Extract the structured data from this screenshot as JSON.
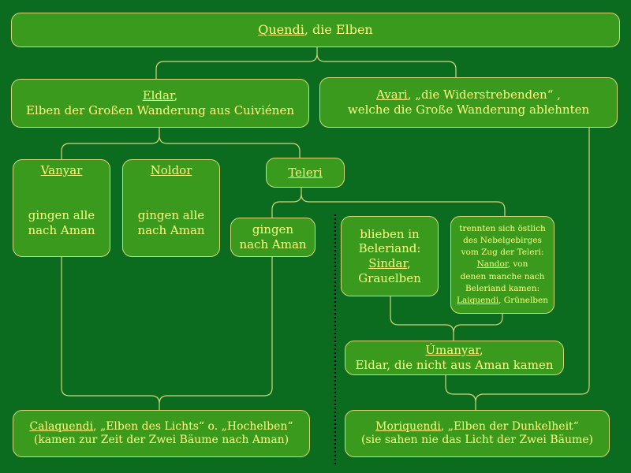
{
  "quendi": {
    "name": "Quendi",
    "rest": ", die Elben"
  },
  "eldar": {
    "name": "Eldar",
    "rest": ",",
    "desc": "Elben der Großen Wanderung aus  Cuiviénen"
  },
  "avari": {
    "name": "Avari",
    "rest": ", „die Widerstrebenden“ ,",
    "desc": "welche die Große Wanderung ablehnten"
  },
  "vanyar": {
    "name": "Vanyar",
    "line1": "gingen alle",
    "line2": "nach Aman"
  },
  "noldor": {
    "name": "Noldor",
    "line1": "gingen alle",
    "line2": "nach Aman"
  },
  "teleri": {
    "name": "Teleri"
  },
  "teleri_aman": {
    "line1": "gingen",
    "line2": "nach Aman"
  },
  "sindar": {
    "line1": "blieben in",
    "line2": "Beleriand:",
    "name": "Sindar",
    "rest": ",",
    "line4": "Grauelben"
  },
  "nandor": {
    "line1": "trennten sich östlich",
    "line2": "des Nebelgebirges",
    "line3": "vom Zug der Teleri:",
    "name": "Nandor",
    "rest": ", von",
    "line5": "denen  manche nach",
    "line6": "Beleriand kamen:",
    "name2": "Laiquendi",
    "rest2": ", Grünelben"
  },
  "umanyar": {
    "name": "Úmanyar",
    "rest": ",",
    "desc": "Eldar, die nicht aus Aman kamen"
  },
  "calaquendi": {
    "name": "Calaquendi",
    "rest": ", „Elben des Lichts“ o. „Hochelben“",
    "desc": "(kamen zur Zeit der Zwei Bäume nach Aman)"
  },
  "moriquendi": {
    "name": "Moriquendi",
    "rest": ", „Elben der Dunkelheit“",
    "desc": "(sie sahen nie das Licht der Zwei Bäume)"
  },
  "colors": {
    "background": "#0b6b1f",
    "box": "#3a9a1e",
    "border": "#d6d67a",
    "text": "#ffff80"
  }
}
